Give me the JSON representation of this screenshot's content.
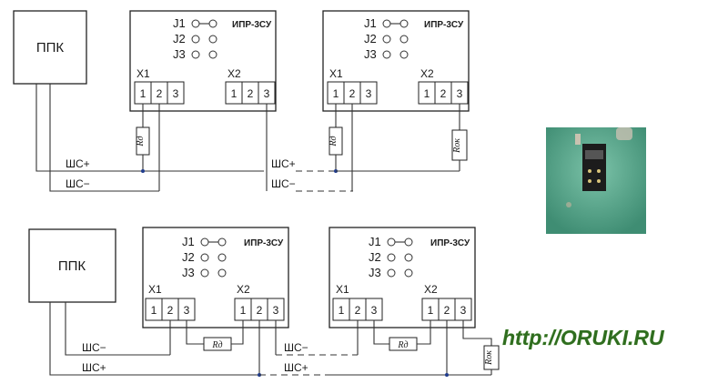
{
  "ppk_label": "ППК",
  "device_label": "ИПР-3СУ",
  "jumpers": [
    "J1",
    "J2",
    "J3"
  ],
  "connectors": [
    "X1",
    "X2"
  ],
  "terminals": [
    "1",
    "2",
    "3"
  ],
  "wires": {
    "plus": "ШС+",
    "minus": "ШС−"
  },
  "resistors": {
    "additional": "Rд",
    "terminal": "Rок"
  },
  "watermark": "http://ORUKI.RU",
  "photo": {
    "description_icon": "jumper-photo-icon"
  },
  "colors": {
    "junction": "#1f3b8c",
    "watermark": "#2f6d1f",
    "photo_bg": "#5aa38a"
  }
}
